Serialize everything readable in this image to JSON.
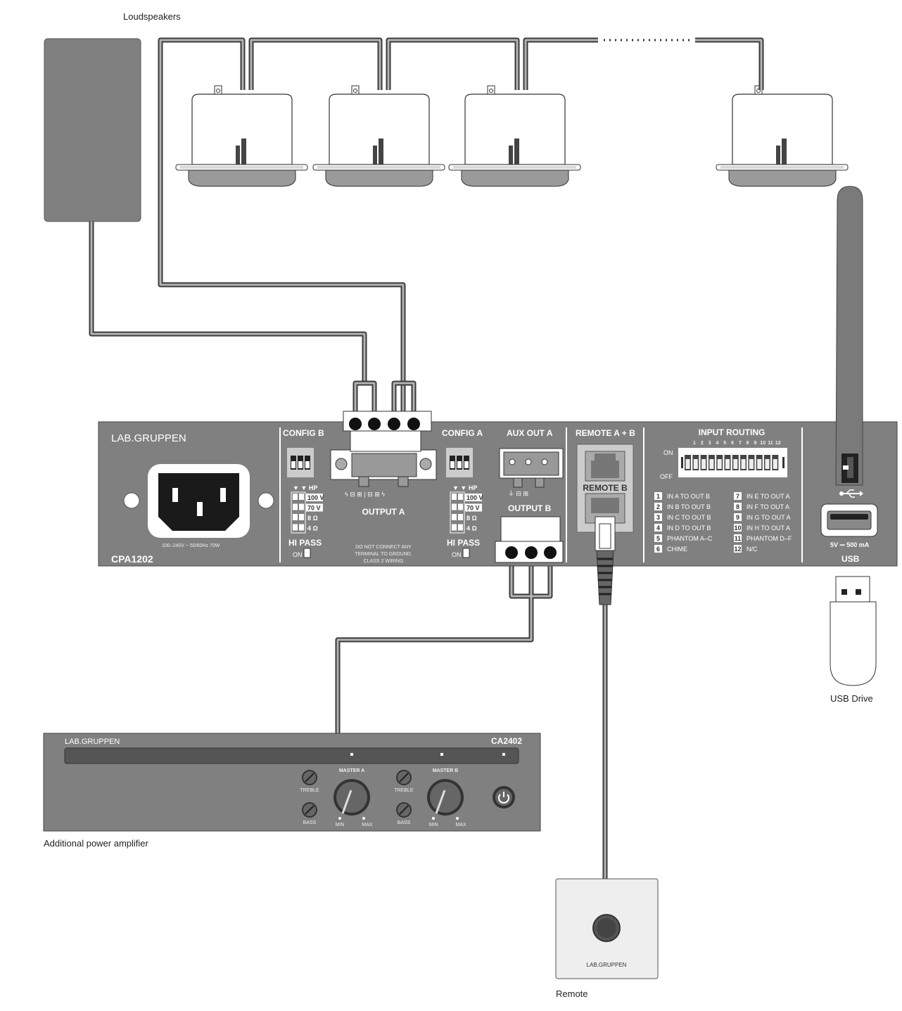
{
  "labels": {
    "loudspeakers": "Loudspeakers",
    "usb_drive": "USB Drive",
    "additional_amp": "Additional power amplifier",
    "remote": "Remote"
  },
  "colors": {
    "panel": "#808080",
    "connector": "#f2f2f2",
    "wire": "#b4b4b4",
    "dark": "#222222"
  },
  "cpa": {
    "brand": "LAB.GRUPPEN",
    "model": "CPA1202",
    "power_rating": "100–240V ~ 50/60Hz 70W",
    "config_b": "CONFIG B",
    "config_a": "CONFIG A",
    "output_a": "OUTPUT A",
    "aux_out_a": "AUX OUT A",
    "output_b": "OUTPUT B",
    "remote_ab": "REMOTE A + B",
    "remote_b": "REMOTE B",
    "hp": "▼ ▼ HP",
    "config_options": [
      "100 V",
      "70 V",
      "8 Ω",
      "4 Ω"
    ],
    "hi_pass": "HI PASS",
    "on": "ON",
    "warning": [
      "DO NOT CONNECT ANY",
      "TERMINAL TO GROUND.",
      "CLASS 2 WIRING"
    ],
    "output_a_terminals": "ϟ ⊟   ⊞ | ⊟   ⊞ ϟ",
    "aux_terminals": "⏚   ⊟   ⊞",
    "input_routing": {
      "title": "INPUT ROUTING",
      "numbers": [
        "1",
        "2",
        "3",
        "4",
        "5",
        "6",
        "7",
        "8",
        "9",
        "10",
        "11",
        "12"
      ],
      "on": "ON",
      "off": "OFF",
      "items": [
        {
          "n": "1",
          "label": "IN A TO OUT B"
        },
        {
          "n": "2",
          "label": "IN B TO OUT B"
        },
        {
          "n": "3",
          "label": "IN C TO OUT B"
        },
        {
          "n": "4",
          "label": "IN D TO OUT B"
        },
        {
          "n": "5",
          "label": "PHANTOM A–C"
        },
        {
          "n": "6",
          "label": "CHIME"
        },
        {
          "n": "7",
          "label": "IN E TO OUT A"
        },
        {
          "n": "8",
          "label": "IN F TO OUT A"
        },
        {
          "n": "9",
          "label": "IN G TO OUT A"
        },
        {
          "n": "10",
          "label": "IN H TO OUT A"
        },
        {
          "n": "11",
          "label": "PHANTOM D–F"
        },
        {
          "n": "12",
          "label": "N/C"
        }
      ]
    },
    "usb_spec": "5V ⎓ 500 mA",
    "usb": "USB"
  },
  "amp": {
    "brand": "LAB.GRUPPEN",
    "model": "CA2402",
    "treble": "TREBLE",
    "bass": "BASS",
    "master_a": "MASTER A",
    "master_b": "MASTER B",
    "min": "MIN",
    "max": "MAX"
  },
  "remote_device": {
    "brand": "LAB.GRUPPEN"
  }
}
